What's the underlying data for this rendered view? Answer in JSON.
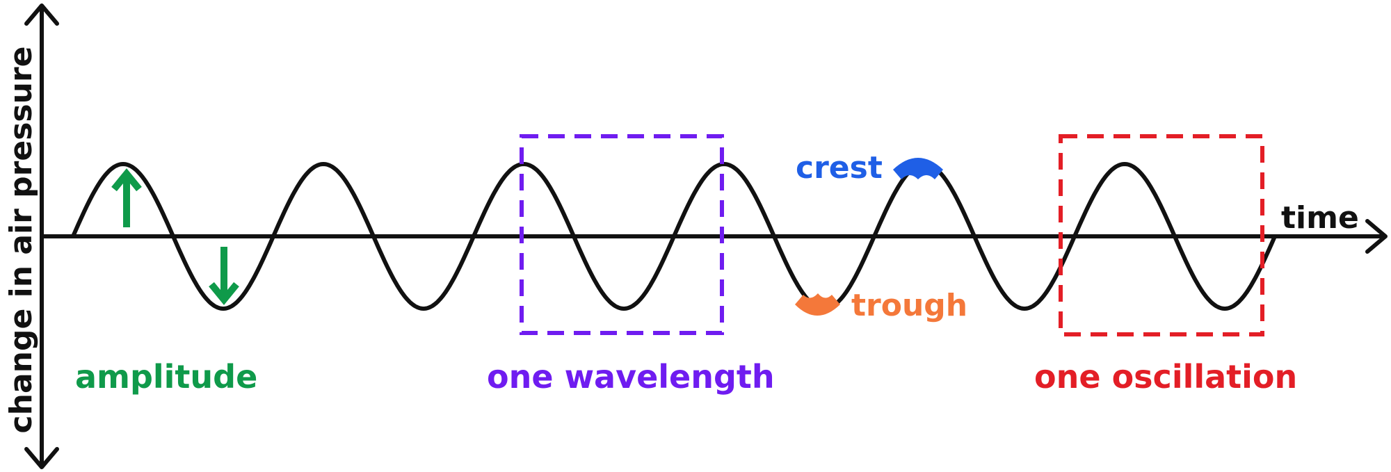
{
  "axes": {
    "y_label": "change in air pressure",
    "x_label": "time"
  },
  "annotations": {
    "amplitude": "amplitude",
    "wavelength": "one wavelength",
    "oscillation": "one oscillation",
    "crest": "crest",
    "trough": "trough"
  },
  "colors": {
    "axis": "#111111",
    "wave": "#111111",
    "amplitude": "#0f9a4a",
    "wavelength": "#6f1cf0",
    "oscillation": "#e31e26",
    "crest": "#1f5fe6",
    "trough": "#f4783a"
  },
  "wave": {
    "cycles": 6,
    "start_phase": "equilibrium",
    "direction": "rising first"
  }
}
